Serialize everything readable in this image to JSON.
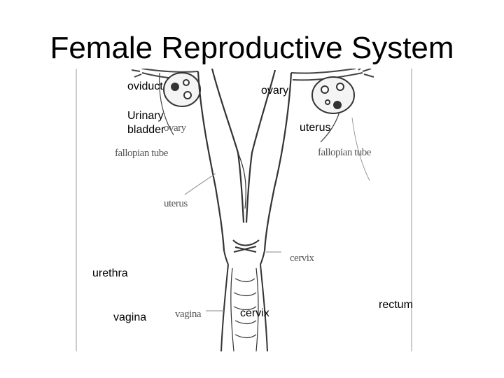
{
  "slide": {
    "title": "Female Reproductive System"
  },
  "figure": {
    "image_labels": {
      "ovary": "ovary",
      "fallopian_tube_left": "fallopian tube",
      "fallopian_tube_right": "fallopian tube",
      "uterus": "uterus",
      "cervix": "cervix",
      "vagina": "vagina"
    }
  },
  "overlay_labels": {
    "oviduct": "oviduct",
    "ovary": "ovary",
    "urinary_bladder": "Urinary bladder",
    "uterus": "uterus",
    "urethra": "urethra",
    "vagina": "vagina",
    "cervix": "cervix",
    "rectum": "rectum"
  },
  "colors": {
    "background": "#ffffff",
    "text": "#000000",
    "diagram_line": "#444444",
    "image_label": "#555555"
  }
}
